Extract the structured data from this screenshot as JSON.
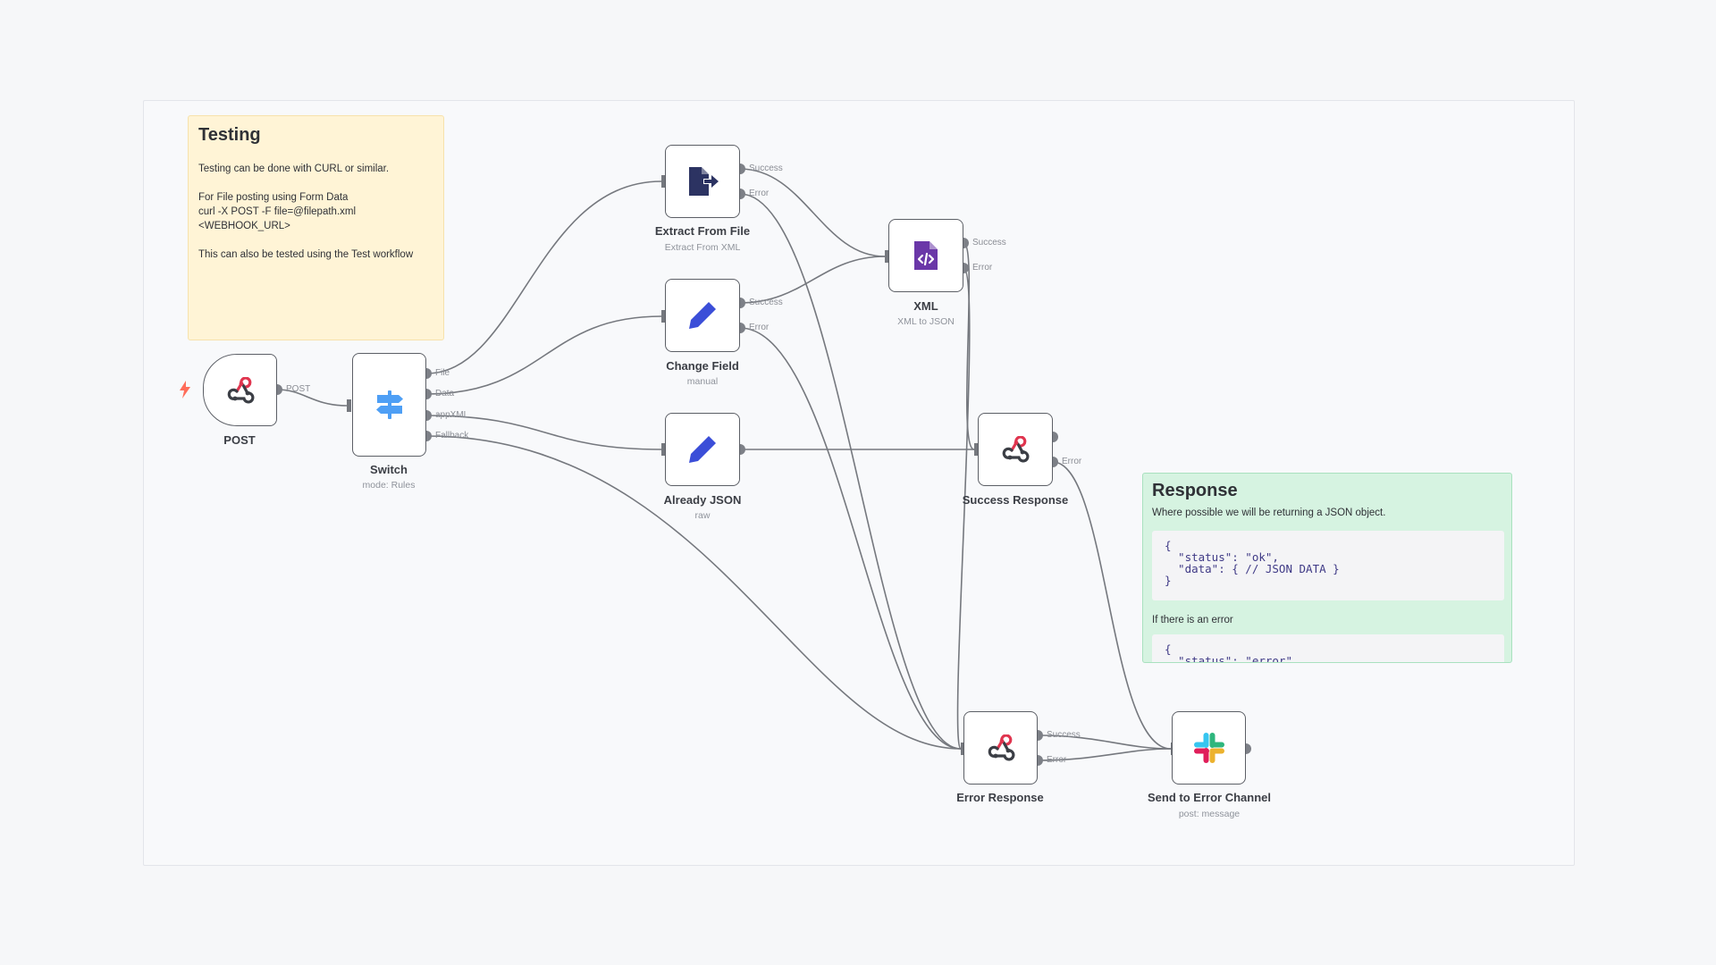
{
  "stickies": {
    "testing": {
      "title": "Testing",
      "body": "Testing can be done with CURL or similar.\n\nFor File posting using Form Data\ncurl -X POST -F file=@filepath.xml\n<WEBHOOK_URL>\n\nThis can also be tested using the Test workflow"
    },
    "response": {
      "title": "Response",
      "intro": "Where possible we will be returning a JSON object.",
      "code_ok": "{\n  \"status\": \"ok\",\n  \"data\": { // JSON DATA }\n}",
      "error_intro": "If there is an error",
      "code_error": "{\n  \"status\": \"error\","
    }
  },
  "nodes": {
    "post": {
      "title": "POST",
      "icon": "webhook-icon",
      "out": [
        "POST"
      ]
    },
    "switch": {
      "title": "Switch",
      "subtitle": "mode: Rules",
      "icon": "signpost-icon",
      "out": [
        "File",
        "Data",
        "appXML",
        "Fallback"
      ]
    },
    "extract": {
      "title": "Extract From File",
      "subtitle": "Extract From XML",
      "icon": "file-export-icon",
      "out": [
        "Success",
        "Error"
      ]
    },
    "change": {
      "title": "Change Field",
      "subtitle": "manual",
      "icon": "pencil-icon",
      "out": [
        "Success",
        "Error"
      ]
    },
    "already": {
      "title": "Already JSON",
      "subtitle": "raw",
      "icon": "pencil-icon"
    },
    "xml": {
      "title": "XML",
      "subtitle": "XML to JSON",
      "icon": "file-code-icon",
      "out": [
        "Success",
        "Error"
      ]
    },
    "success_resp": {
      "title": "Success Response",
      "icon": "webhook-icon",
      "out": [
        "Error"
      ]
    },
    "error_resp": {
      "title": "Error Response",
      "icon": "webhook-icon",
      "out": [
        "Success",
        "Error"
      ]
    },
    "slack": {
      "title": "Send to Error Channel",
      "subtitle": "post: message",
      "icon": "slack-icon"
    }
  },
  "colors": {
    "wire": "#75787e",
    "port": "#7d8087",
    "trigger": "#ff6d5a",
    "webhook_red": "#e0354f",
    "webhook_dark": "#3b3e45",
    "signpost": "#4e9ff5",
    "file_dark": "#2c3362",
    "pencil": "#3b4ed8",
    "xml_purple": "#6a37a8"
  }
}
